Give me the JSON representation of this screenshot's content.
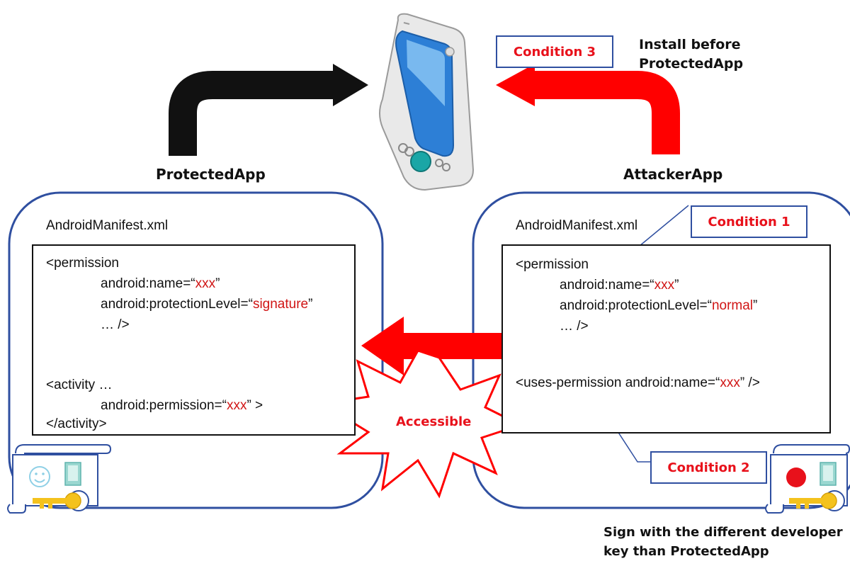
{
  "labels": {
    "protected_app": "ProtectedApp",
    "attacker_app": "AttackerApp",
    "install_before_line1": "Install before",
    "install_before_line2": "ProtectedApp",
    "sign_note_line1": "Sign with the different developer",
    "sign_note_line2": "key than ProtectedApp",
    "accessible": "Accessible"
  },
  "conditions": {
    "c1": "Condition 1",
    "c2": "Condition 2",
    "c3": "Condition 3"
  },
  "protected": {
    "manifest_title": "AndroidManifest.xml",
    "perm_open": "<permission",
    "name_prefix": "android:name=“",
    "name_value": "xxx",
    "name_suffix": "”",
    "level_prefix": "android:protectionLevel=“",
    "level_value": "signature",
    "level_suffix": "”",
    "perm_close": "… />",
    "activity_open": "<activity …",
    "act_perm_prefix": "android:permission=“",
    "act_perm_value": "xxx",
    "act_perm_suffix": "” >",
    "activity_close": "</activity>"
  },
  "attacker": {
    "manifest_title": "AndroidManifest.xml",
    "perm_open": "<permission",
    "name_prefix": "android:name=“",
    "name_value": "xxx",
    "name_suffix": "”",
    "level_prefix": "android:protectionLevel=“",
    "level_value": "normal",
    "level_suffix": "”",
    "perm_close": "… />",
    "uses_prefix": "<uses-permission android:name=“",
    "uses_value": "xxx",
    "uses_suffix": "” />"
  },
  "colors": {
    "attack_red": "#ff0000",
    "frame_blue": "#2f4fa0",
    "black_arrow": "#111111",
    "value_red": "#d01515"
  },
  "icons": [
    "smartphone-icon",
    "certificate-icon",
    "key-icon",
    "smiley-icon",
    "red-seal-icon"
  ]
}
